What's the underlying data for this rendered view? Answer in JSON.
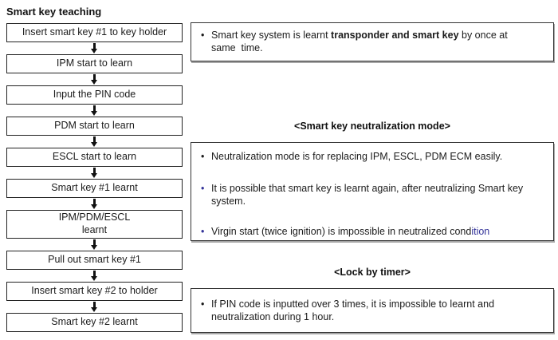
{
  "colors": {
    "accent_blue": "#333399",
    "box_border": "#222222",
    "note_shadow": "#a6a6a6",
    "text": "#1b1b1b"
  },
  "glyphs": {
    "bullet": "•"
  },
  "flow": {
    "title": "Smart key teaching",
    "steps": [
      "Insert smart key #1 to key holder",
      "IPM start to learn",
      "Input the PIN code",
      "PDM start to learn",
      "ESCL start to learn",
      "Smart key #1 learnt",
      "IPM/PDM/ESCL\nlearnt",
      "Pull out smart key #1",
      "Insert smart key #2 to holder",
      "Smart key #2 learnt"
    ]
  },
  "note_top": {
    "line1_pre": "Smart key system is learnt ",
    "line1_bold": "transponder and smart key",
    "line1_post": " by once at",
    "line2": "same  time."
  },
  "neutralization": {
    "heading": "<Smart key neutralization mode>",
    "item1": "Neutralization mode is for replacing IPM, ESCL, PDM ECM easily.",
    "item2_line1": "It is possible that smart key is learnt again, after neutralizing Smart key",
    "item2_line2": "system.",
    "item3_black": "Virgin start (twice ignition) is impossible in neutralized cond",
    "item3_blue": "ition"
  },
  "lock_by_timer": {
    "heading": "<Lock by timer>",
    "line1": "If PIN code is inputted over 3 times, it is impossible to learnt and",
    "line2": "neutralization during 1 hour."
  }
}
